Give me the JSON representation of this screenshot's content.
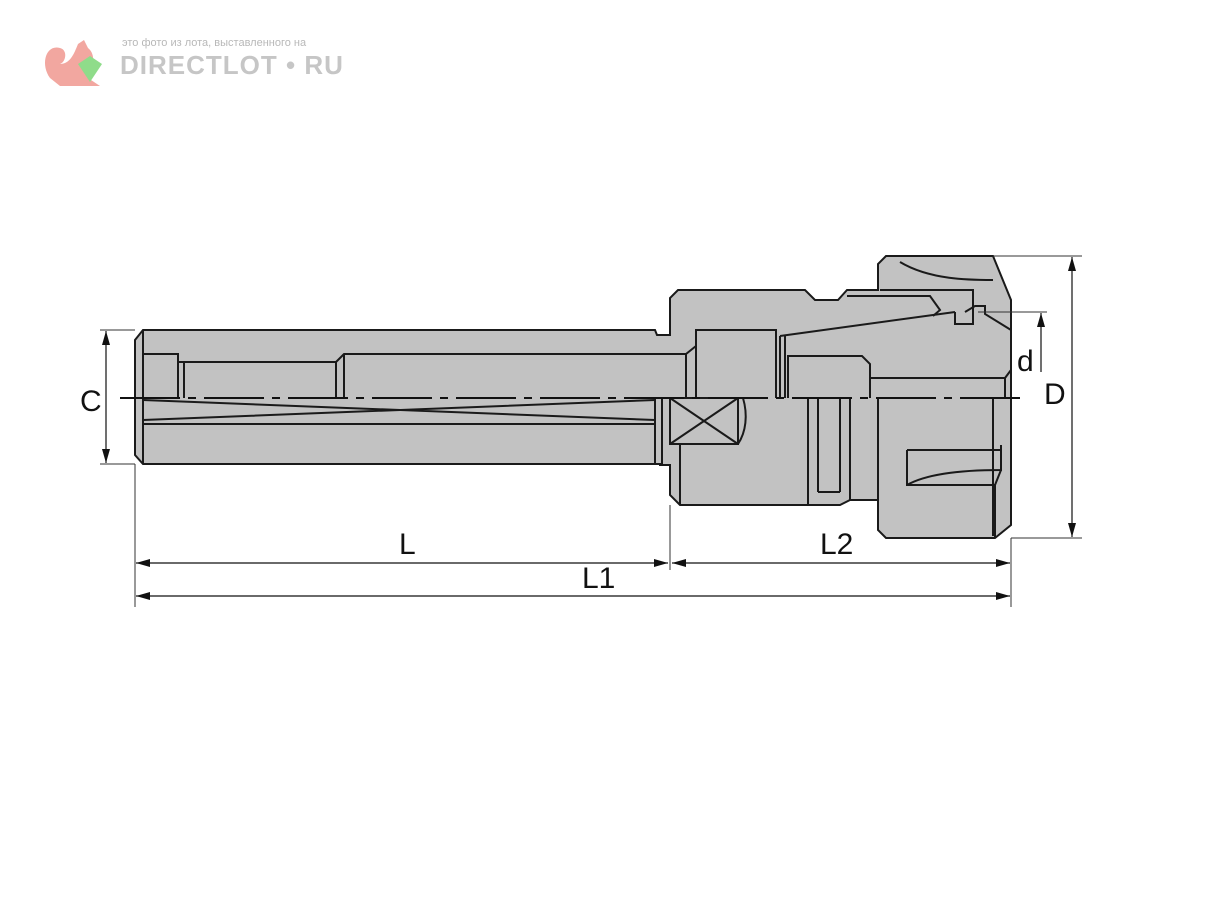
{
  "watermark": {
    "caption": "это фото из лота, выставленного на",
    "brand": "DIRECTLOT • RU"
  },
  "dimensions": {
    "C": "C",
    "L": "L",
    "L1": "L1",
    "L2": "L2",
    "D": "D",
    "d": "d"
  },
  "colors": {
    "body": "#c2c2c2",
    "line": "#1a1a1a"
  }
}
